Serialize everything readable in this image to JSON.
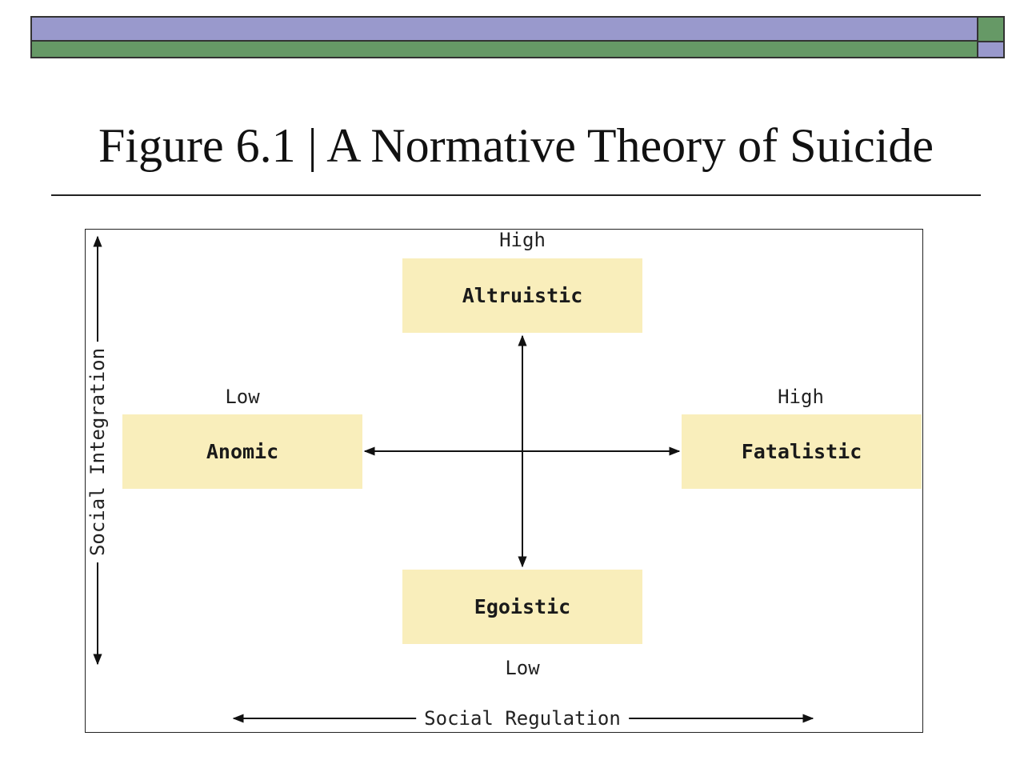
{
  "slide": {
    "title": "Figure 6.1 | A Normative Theory of Suicide"
  },
  "diagram": {
    "boxes": {
      "top": "Altruistic",
      "left": "Anomic",
      "right": "Fatalistic",
      "bottom": "Egoistic"
    },
    "labels": {
      "top": "High",
      "left": "Low",
      "right": "High",
      "bottom": "Low"
    },
    "axes": {
      "vertical": "Social Integration",
      "horizontal": "Social Regulation"
    },
    "colors": {
      "box_fill": "#f9eebb",
      "banner_purple": "#9999cc",
      "banner_green": "#669966"
    }
  }
}
